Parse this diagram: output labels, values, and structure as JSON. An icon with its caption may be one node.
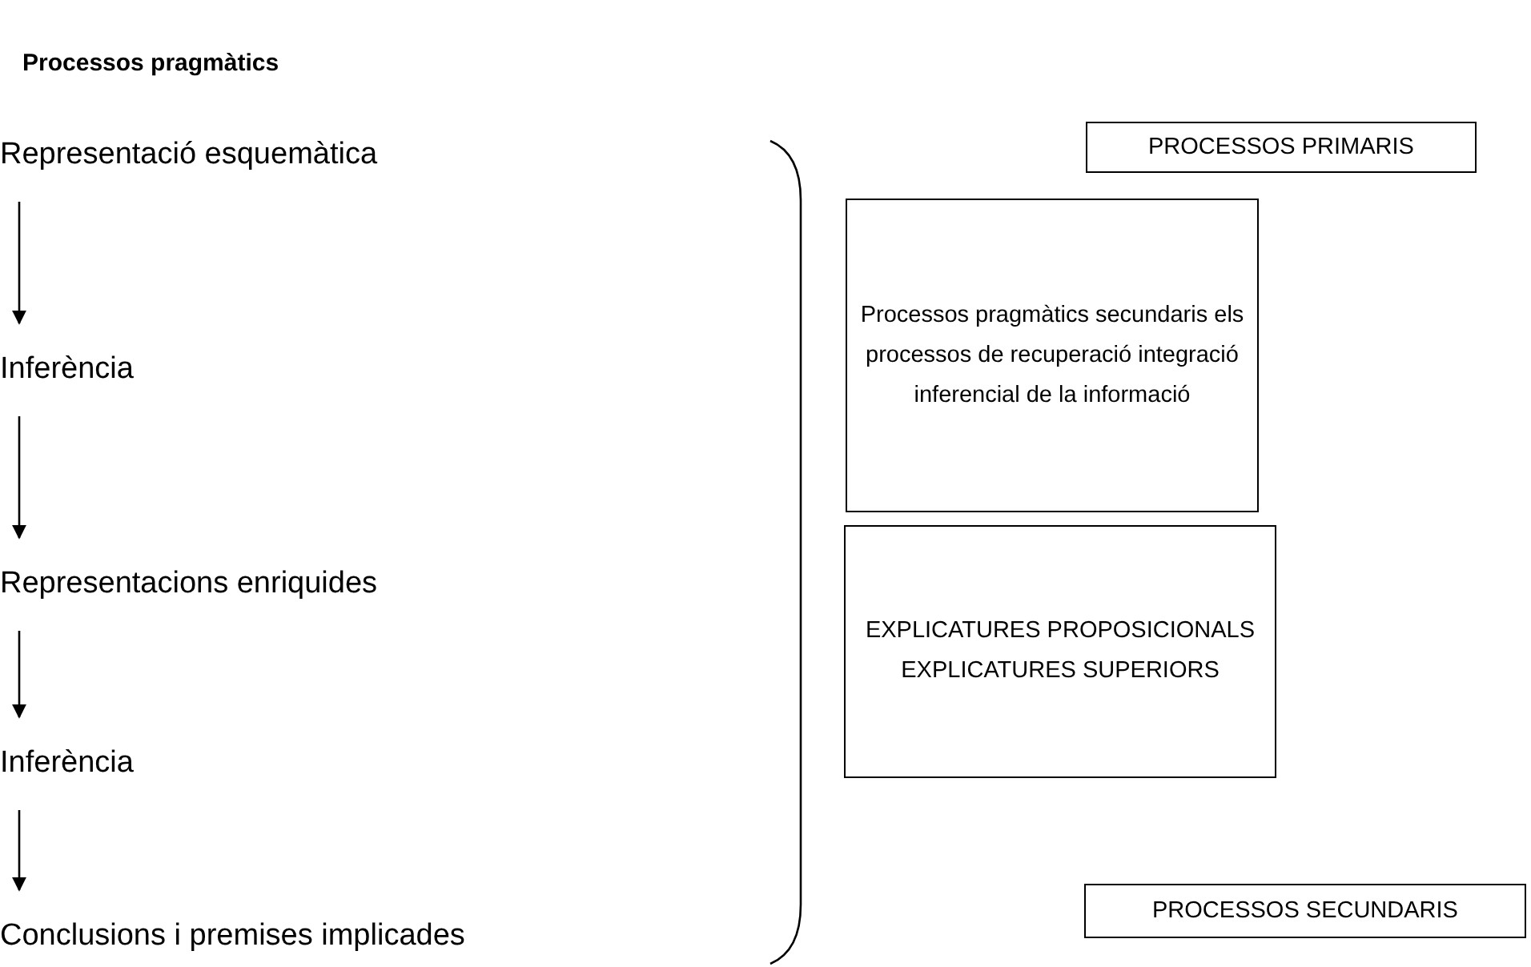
{
  "diagram": {
    "title": "Processos pragmàtics",
    "nodes": [
      {
        "text": [
          "Representació esquemàtica"
        ]
      },
      {
        "text": [
          "Inferència"
        ]
      },
      {
        "text": [
          "Representacions enriquides"
        ]
      },
      {
        "text": [
          "Inferència"
        ]
      },
      {
        "text": [
          "Conclusions i premises implicades"
        ]
      },
      {
        "text": [
          "PROCESSOS PRIMARIS"
        ]
      },
      {
        "text": [
          "Processos pragmàtics secundaris els processos de recuperació integració inferencial de la informació"
        ]
      },
      {
        "text": [
          "EXPLICATURES PROPOSICIONALS EXPLICATURES SUPERIORS"
        ]
      },
      {
        "text": [
          "PROCESSOS SECUNDARIS"
        ]
      }
    ],
    "edges": [
      {
        "from": 0,
        "to": 1,
        "arrow": "to"
      },
      {
        "from": 1,
        "to": 2,
        "arrow": "to"
      },
      {
        "from": 2,
        "to": 3,
        "arrow": "to"
      },
      {
        "from": 3,
        "to": 4,
        "arrow": "to"
      }
    ]
  }
}
